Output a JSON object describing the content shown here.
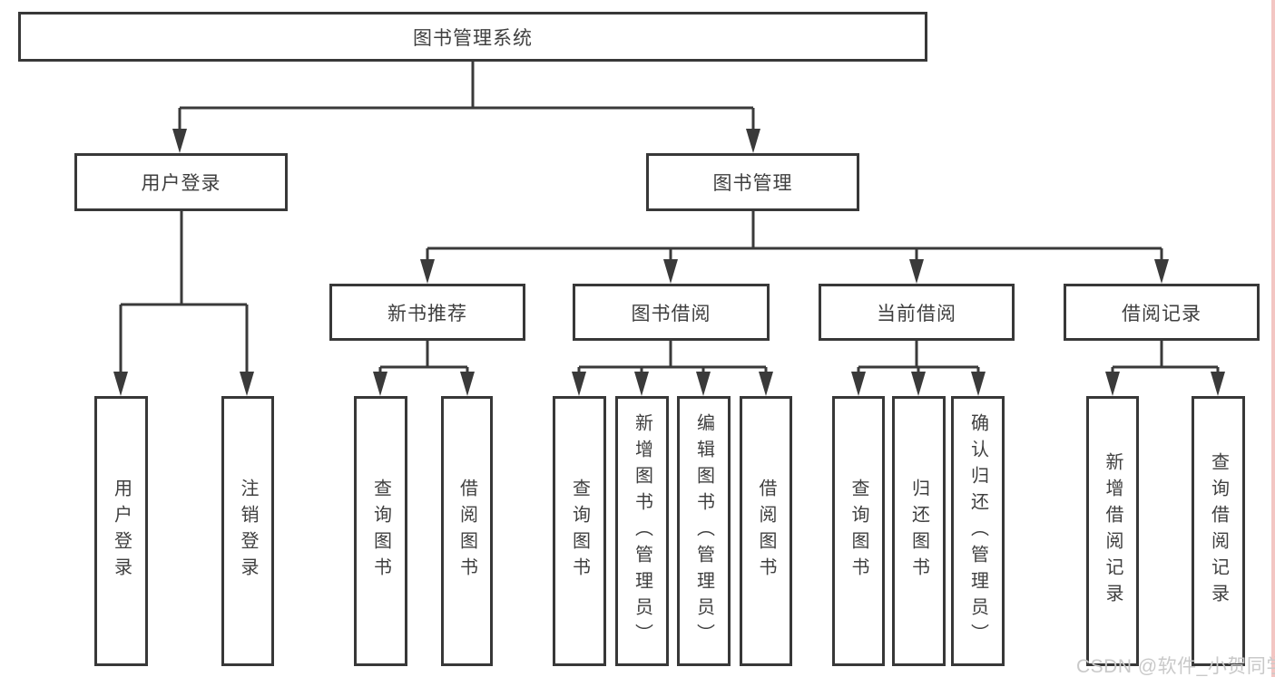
{
  "diagram": {
    "root": {
      "label": "图书管理系统"
    },
    "level2": [
      {
        "label": "用户登录",
        "children": [
          {
            "label": "用户登录"
          },
          {
            "label": "注销登录"
          }
        ]
      },
      {
        "label": "图书管理",
        "children": [
          {
            "label": "新书推荐",
            "children": [
              {
                "label": "查询图书"
              },
              {
                "label": "借阅图书"
              }
            ]
          },
          {
            "label": "图书借阅",
            "children": [
              {
                "label": "查询图书"
              },
              {
                "label": "新增图书（管理员）"
              },
              {
                "label": "编辑图书（管理员）"
              },
              {
                "label": "借阅图书"
              }
            ]
          },
          {
            "label": "当前借阅",
            "children": [
              {
                "label": "查询图书"
              },
              {
                "label": "归还图书"
              },
              {
                "label": "确认归还（管理员）"
              }
            ]
          },
          {
            "label": "借阅记录",
            "children": [
              {
                "label": "新增借阅记录"
              },
              {
                "label": "查询借阅记录"
              }
            ]
          }
        ]
      }
    ]
  },
  "watermark": {
    "text": "CSDN @软件_小贺同学",
    "color": "#c9c9c9"
  },
  "colors": {
    "line": "#3a3a3a",
    "border": "#383838",
    "text": "#3f3f3f",
    "background": "#ffffff",
    "right_edge_strip": "#f3c6c3"
  }
}
